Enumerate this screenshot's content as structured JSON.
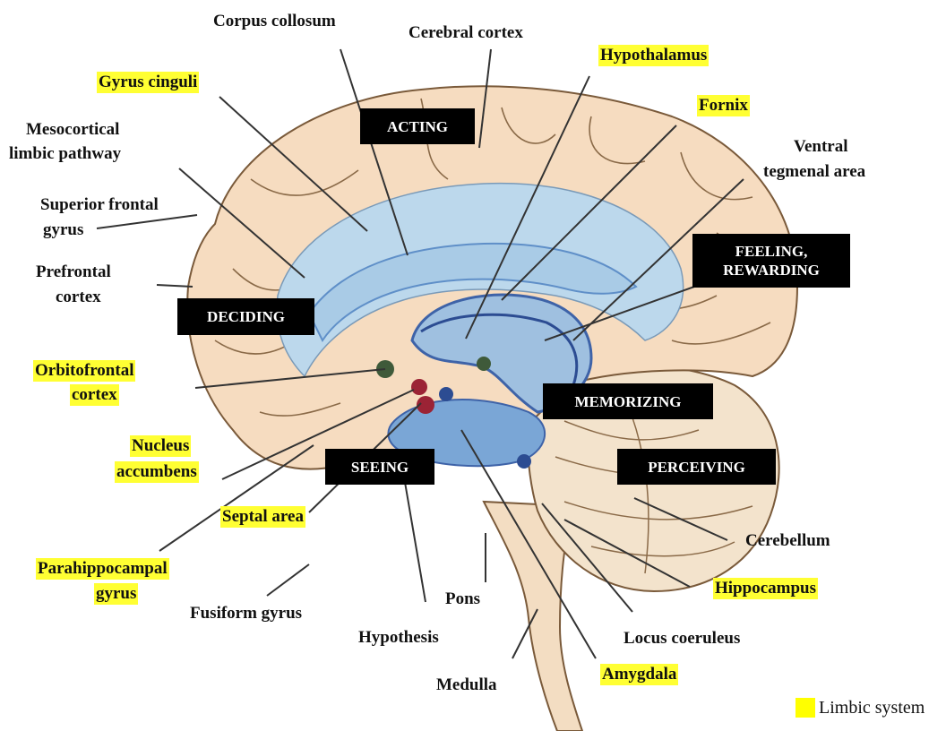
{
  "labels": {
    "corpus_collosum": "Corpus collosum",
    "cerebral_cortex": "Cerebral cortex",
    "hypothalamus": "Hypothalamus",
    "gyrus_cinguli": "Gyrus cinguli",
    "fornix": "Fornix",
    "mesocortical_line1": "Mesocortical",
    "mesocortical_line2": "limbic pathway",
    "ventral_line1": "Ventral",
    "ventral_line2": "tegmenal area",
    "superior_line1": "Superior frontal",
    "superior_line2": "gyrus",
    "prefrontal_line1": "Prefrontal",
    "prefrontal_line2": "cortex",
    "orbitofrontal_line1": "Orbitofrontal",
    "orbitofrontal_line2": "cortex",
    "nucleus_line1": "Nucleus",
    "nucleus_line2": "accumbens",
    "septal_area": "Septal area",
    "parahippocampal_line1": "Parahippocampal",
    "parahippocampal_line2": "gyrus",
    "fusiform_gyrus": "Fusiform gyrus",
    "hypothesis": "Hypothesis",
    "pons": "Pons",
    "medulla": "Medulla",
    "amygdala": "Amygdala",
    "locus_coeruleus": "Locus coeruleus",
    "cerebellum": "Cerebellum",
    "hippocampus": "Hippocampus"
  },
  "functions": {
    "acting": "ACTING",
    "deciding": "DECIDING",
    "feeling_line1": "FEELING,",
    "feeling_line2": "REWARDING",
    "memorizing": "MEMORIZING",
    "seeing": "SEEING",
    "perceiving": "PERCEIVING"
  },
  "legend": {
    "label": "Limbic system",
    "color": "#ffff00"
  },
  "colors": {
    "highlight": "#ffff33",
    "tissue": "#f6dcc0",
    "ventricle": "#bcd8ec",
    "deep": "#5f8fc8",
    "cerebellum": "#f3e3cc",
    "node": "#3f5a3a",
    "red_node": "#9b2335"
  }
}
